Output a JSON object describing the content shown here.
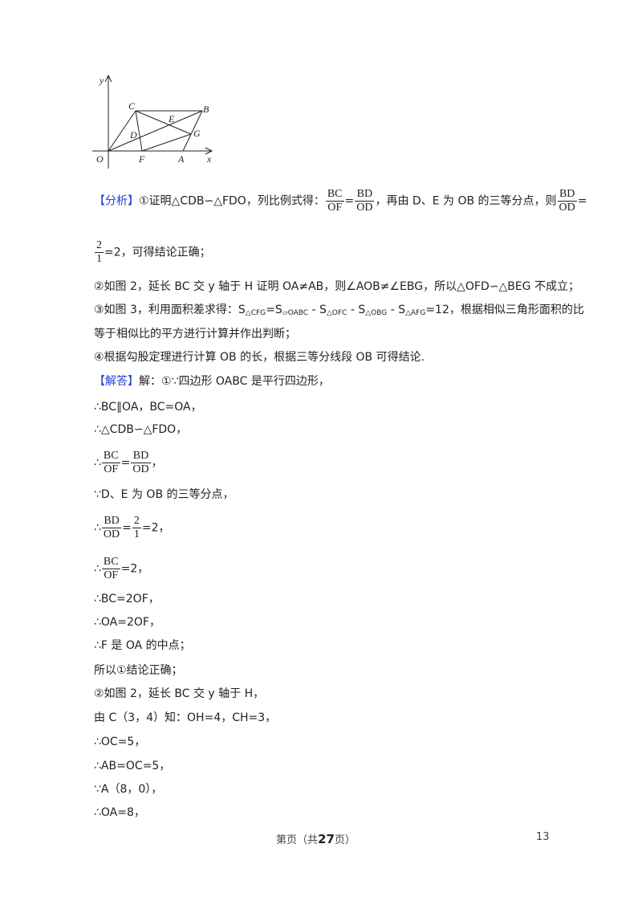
{
  "figure": {
    "labels": {
      "y": "y",
      "x": "x",
      "O": "O",
      "C": "C",
      "B": "B",
      "E": "E",
      "D": "D",
      "G": "G",
      "F": "F",
      "A": "A"
    }
  },
  "analysis": {
    "tag": "【分析】",
    "l1_a": "①证明△CDB∽△FDO，列比例式得：",
    "frac_bc": {
      "num": "BC",
      "den": "OF"
    },
    "eq": "=",
    "frac_bd": {
      "num": "BD",
      "den": "OD"
    },
    "l1_b": "，再由 D、E 为 OB 的三等分点，则",
    "frac_bd2": {
      "num": "BD",
      "den": "OD"
    },
    "l1_c": "=",
    "frac_21": {
      "num": "2",
      "den": "1"
    },
    "l2_b": "=2，可得结论正确；",
    "l3": "②如图 2，延长 BC 交 y 轴于 H 证明 OA≠AB，则∠AOB≠∠EBG，所以△OFD∽△BEG 不成立；",
    "l4_a": "③如图 3，利用面积差求得：S",
    "l4_sub1": "△CFG",
    "l4_b": "=S",
    "l4_sub2": "▱OABC",
    "l4_c": " - S",
    "l4_sub3": "△OFC",
    "l4_d": " - S",
    "l4_sub4": "△OBG",
    "l4_e": " - S",
    "l4_sub5": "△AFG",
    "l4_f": "=12，根据相似三角形面积的比",
    "l5": "等于相似比的平方进行计算并作出判断；",
    "l6": "④根据勾股定理进行计算 OB 的长，根据三等分线段 OB 可得结论."
  },
  "solution": {
    "tag": "【解答】",
    "s1": "解：①∵四边形 OABC 是平行四边形，",
    "s2": "∴BC∥OA，BC=OA，",
    "s3": "∴△CDB∽△FDO，",
    "s4_pre": "∴",
    "s4_f1": {
      "num": "BC",
      "den": "OF"
    },
    "s4_eq": "=",
    "s4_f2": {
      "num": "BD",
      "den": "OD"
    },
    "s4_post": "，",
    "s5": "∵D、E 为 OB 的三等分点，",
    "s6_pre": "∴",
    "s6_f1": {
      "num": "BD",
      "den": "OD"
    },
    "s6_eq": "=",
    "s6_f2": {
      "num": "2",
      "den": "1"
    },
    "s6_post": "=2，",
    "s7_pre": "∴",
    "s7_f1": {
      "num": "BC",
      "den": "OF"
    },
    "s7_post": "=2，",
    "s8": "∴BC=2OF，",
    "s9": "∴OA=2OF，",
    "s10": "∴F 是 OA 的中点；",
    "s11": "所以①结论正确；",
    "s12": "②如图 2，延长 BC 交 y 轴于 H，",
    "s13": "由 C（3，4）知：OH=4，CH=3，",
    "s14": "∴OC=5，",
    "s15": "∴AB=OC=5，",
    "s16": "∵A（8，0），",
    "s17": "∴OA=8，"
  },
  "footer": {
    "pre": "第页（共",
    "total": "27",
    "post": "页）",
    "page_number": "13"
  },
  "colors": {
    "accent": "#1f3fd6",
    "text": "#222222"
  }
}
